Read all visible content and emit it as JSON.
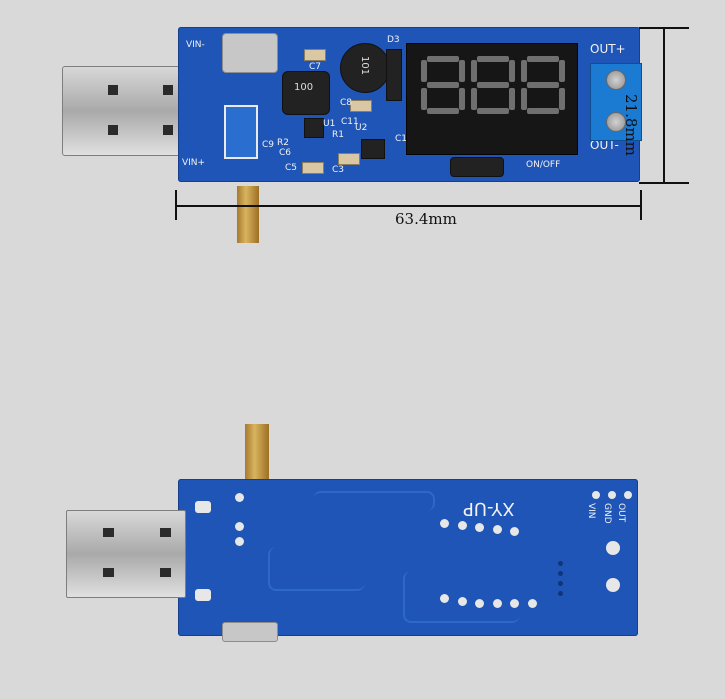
{
  "top_board": {
    "labels": {
      "vin_minus": "VIN-",
      "vin_plus": "VIN+",
      "out_plus": "OUT+",
      "out_minus": "OUT-",
      "on_off": "ON/OFF",
      "d3": "D3",
      "c7": "C7",
      "c9": "C9",
      "r2": "R2",
      "c6": "C6",
      "u1": "U1",
      "c5": "C5",
      "c8": "C8",
      "c11": "C11",
      "r1": "R1",
      "u2": "U2",
      "c1": "C1",
      "c3": "C3",
      "inductor_small": "100",
      "inductor_large": "101"
    }
  },
  "display": {
    "digits": [
      "8",
      "8",
      "8"
    ]
  },
  "dimensions": {
    "width_label": "63.4mm",
    "height_label": "21.8mm"
  },
  "bottom_board": {
    "label": "XY-UP",
    "pins": {
      "out": "OUT",
      "gnd": "GND",
      "vin": "VIN"
    }
  }
}
